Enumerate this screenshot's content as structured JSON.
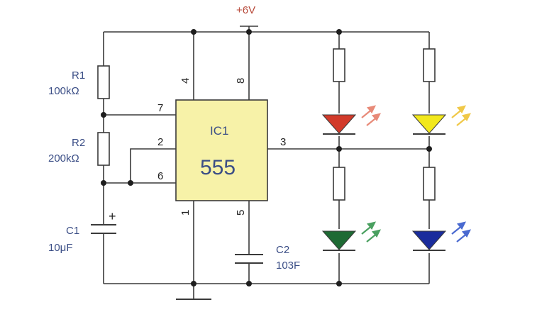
{
  "supply": {
    "label": "+6V"
  },
  "ic": {
    "name": "IC1",
    "number": "555",
    "fill": "#f7f2a8"
  },
  "pins": {
    "p4": "4",
    "p8": "8",
    "p7": "7",
    "p2": "2",
    "p6": "6",
    "p3": "3",
    "p1": "1",
    "p5": "5"
  },
  "r1": {
    "name": "R1",
    "value": "100kΩ"
  },
  "r2": {
    "name": "R2",
    "value": "200kΩ"
  },
  "c1": {
    "name": "C1",
    "value": "10μF",
    "polarity": "+"
  },
  "c2": {
    "name": "C2",
    "value": "103F"
  },
  "leds": [
    {
      "color_name": "red",
      "color": "#d23a2a",
      "arrow": "#e88a78"
    },
    {
      "color_name": "yellow",
      "color": "#f2e81c",
      "arrow": "#f0c848"
    },
    {
      "color_name": "green",
      "color": "#1e6a34",
      "arrow": "#4aa060"
    },
    {
      "color_name": "blue",
      "color": "#1a2c9c",
      "arrow": "#4a6ad0"
    }
  ]
}
